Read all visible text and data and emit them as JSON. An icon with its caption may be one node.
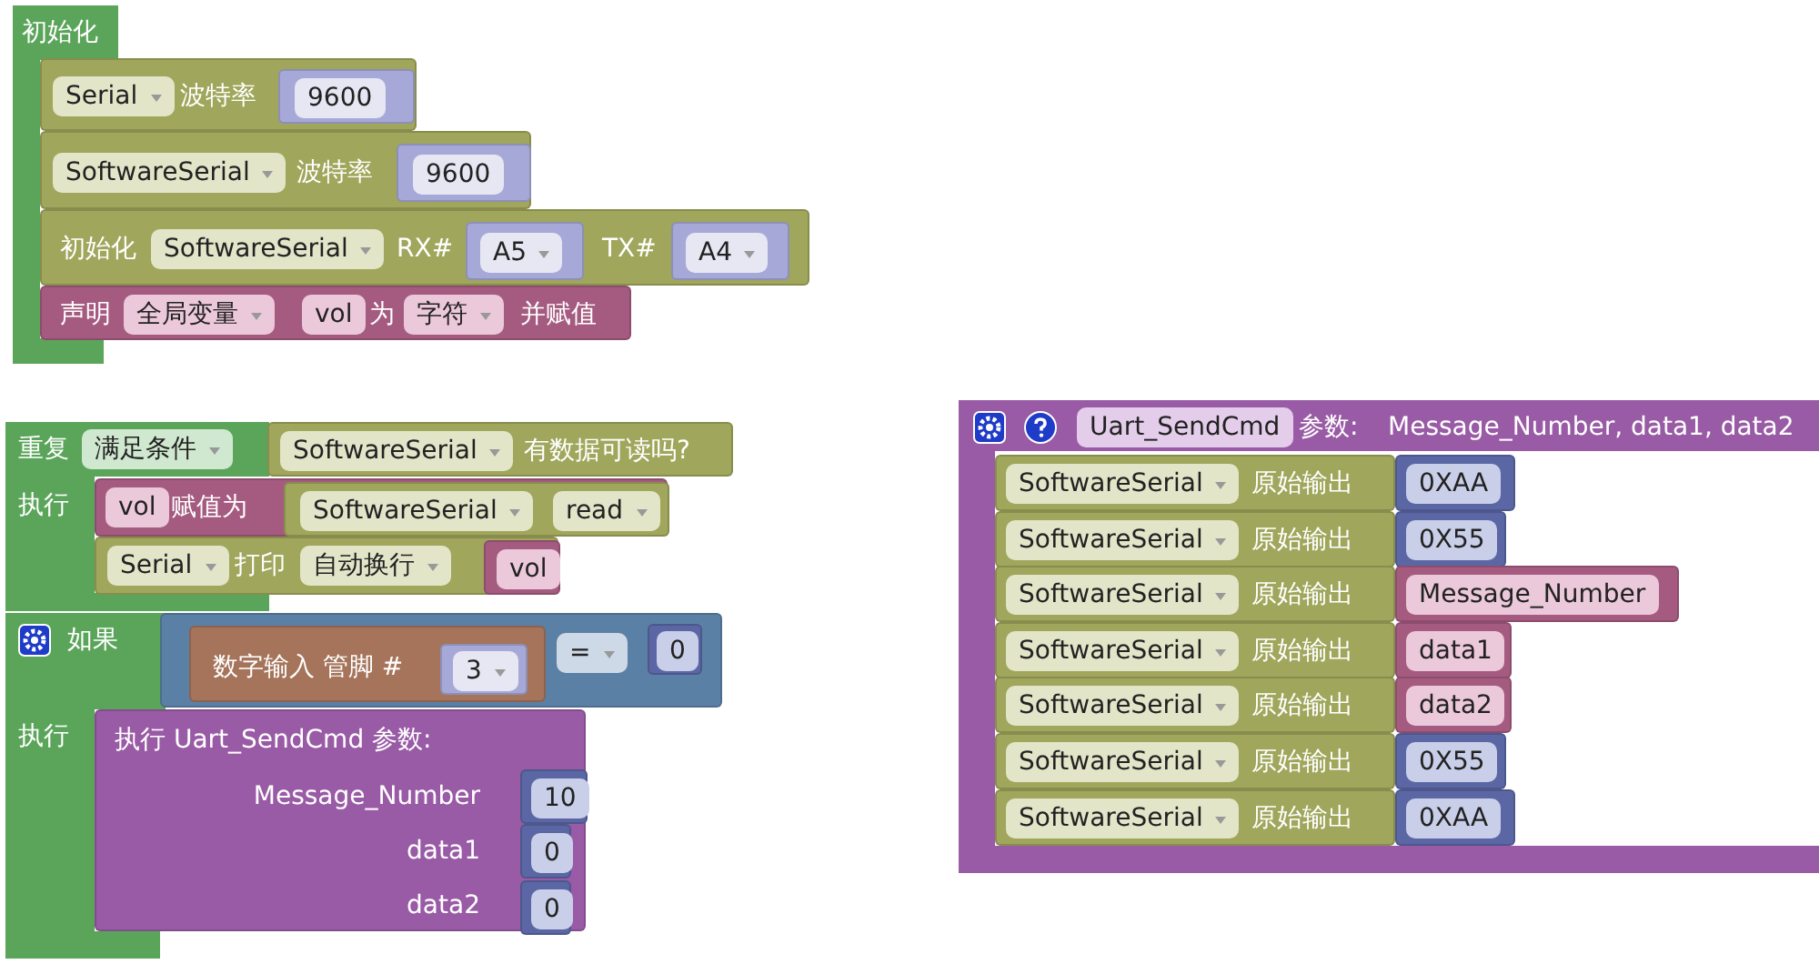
{
  "diagram": {
    "nodes": [
      {
        "text": [
          "初始化"
        ]
      },
      {
        "text": [
          "Serial",
          "波特率"
        ]
      },
      {
        "text": [
          "9600"
        ],
        "in": 1
      },
      {
        "text": [
          "SoftwareSerial",
          "波特率"
        ]
      },
      {
        "text": [
          "9600"
        ],
        "in": 3
      },
      {
        "text": [
          "初始化",
          "SoftwareSerial",
          "RX#",
          "TX#"
        ]
      },
      {
        "text": [
          "A5"
        ],
        "in": 5
      },
      {
        "text": [
          "A4"
        ],
        "in": 5
      },
      {
        "text": [
          "声明",
          "全局变量",
          "vol",
          "为",
          "字符",
          "并赋值"
        ]
      },
      {
        "text": [
          "重复",
          "满足条件",
          "执行"
        ]
      },
      {
        "text": [
          "SoftwareSerial",
          "有数据可读吗?"
        ]
      },
      {
        "text": [
          "vol",
          "赋值为"
        ]
      },
      {
        "text": [
          "SoftwareSerial",
          "read"
        ],
        "in": 11
      },
      {
        "text": [
          "Serial",
          "打印",
          "自动换行"
        ]
      },
      {
        "text": [
          "vol"
        ],
        "in": 13
      },
      {
        "text": [
          "如果",
          "执行"
        ]
      },
      {
        "text": [
          "="
        ]
      },
      {
        "text": [
          "数字输入 管脚 #"
        ],
        "in": 16
      },
      {
        "text": [
          "3"
        ],
        "in": 17
      },
      {
        "text": [
          "0"
        ],
        "in": 16
      },
      {
        "text": [
          "执行 Uart_SendCmd 参数:",
          "Message_Number",
          "data1",
          "data2"
        ]
      },
      {
        "text": [
          "10"
        ],
        "in": 20
      },
      {
        "text": [
          "0"
        ],
        "in": 20
      },
      {
        "text": [
          "0"
        ],
        "in": 20
      },
      {
        "text": [
          "Uart_SendCmd",
          "参数:",
          "Message_Number, data1, data2"
        ]
      },
      {
        "text": [
          "SoftwareSerial",
          "原始输出"
        ],
        "in": 24
      },
      {
        "text": [
          "0XAA"
        ],
        "in": 24
      },
      {
        "text": [
          "SoftwareSerial",
          "原始输出"
        ],
        "in": 24
      },
      {
        "text": [
          "0X55"
        ],
        "in": 24
      },
      {
        "text": [
          "SoftwareSerial",
          "原始输出"
        ],
        "in": 24
      },
      {
        "text": [
          "Message_Number"
        ],
        "in": 24
      },
      {
        "text": [
          "SoftwareSerial",
          "原始输出"
        ],
        "in": 24
      },
      {
        "text": [
          "data1"
        ],
        "in": 24
      },
      {
        "text": [
          "SoftwareSerial",
          "原始输出"
        ],
        "in": 24
      },
      {
        "text": [
          "data2"
        ],
        "in": 24
      },
      {
        "text": [
          "SoftwareSerial",
          "原始输出"
        ],
        "in": 24
      },
      {
        "text": [
          "0X55"
        ],
        "in": 24
      },
      {
        "text": [
          "SoftwareSerial",
          "原始输出"
        ],
        "in": 24
      },
      {
        "text": [
          "0XAA"
        ],
        "in": 24
      }
    ],
    "edges": []
  }
}
